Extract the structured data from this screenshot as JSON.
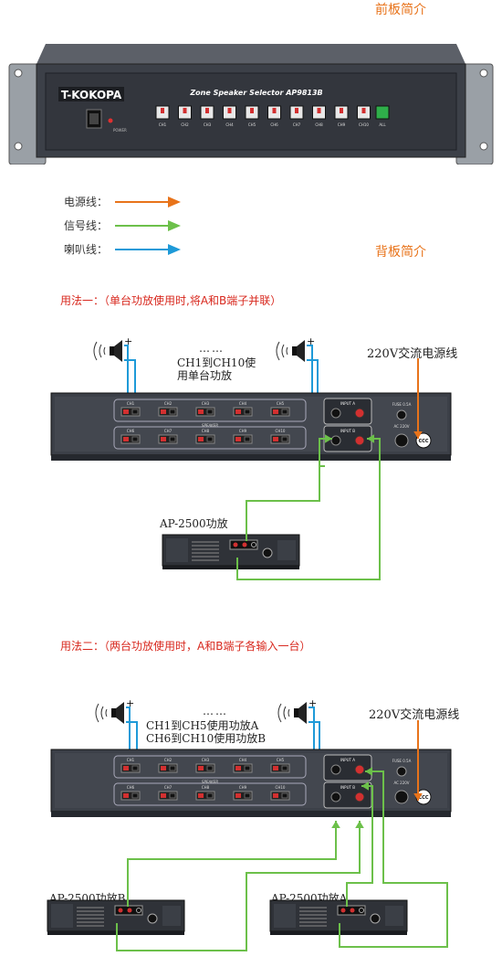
{
  "sections": {
    "front_panel_title": "前板简介",
    "back_panel_title": "背板简介"
  },
  "front_panel": {
    "brand": "T-KOKOPA",
    "model": "Zone Speaker Selector AP9813B",
    "channels": [
      "CH1",
      "CH2",
      "CH3",
      "CH4",
      "CH5",
      "CH6",
      "CH7",
      "CH8",
      "CH9",
      "CH10"
    ],
    "all_label": "ALL",
    "power_label": "POWER"
  },
  "legend": {
    "items": [
      {
        "label": "电源线：",
        "color": "#e8731a"
      },
      {
        "label": "信号线：",
        "color": "#6cc04a"
      },
      {
        "label": "喇叭线：",
        "color": "#1e9ad8"
      }
    ]
  },
  "usage1": {
    "title": "用法一：（单台功放使用时,将A和B端子并联）",
    "dots": "……",
    "caption_line1": "CH1到CH10使",
    "caption_line2": "用单台功放",
    "power_cable": "220V交流电源线",
    "amp_label": "AP-2500功放"
  },
  "usage2": {
    "title": "用法二：（两台功放使用时，A和B端子各输入一台）",
    "dots": "……",
    "caption_line1": "CH1到CH5使用功放A",
    "caption_line2": "CH6到CH10使用功放B",
    "power_cable": "220V交流电源线",
    "amp_b_label": "AP-2500功放B",
    "amp_a_label": "AP-2500功放A"
  },
  "rear_panel": {
    "top_channels": [
      "CH1",
      "CH2",
      "CH3",
      "CH4",
      "CH5"
    ],
    "bottom_channels": [
      "CH6",
      "CH7",
      "CH8",
      "CH9",
      "CH10"
    ],
    "speaker_label": "SPEAKER",
    "input_a": "INPUT A",
    "input_b": "INPUT B",
    "fuse": "FUSE 0.5A",
    "ac": "AC 220V",
    "ccc": "CCC"
  },
  "colors": {
    "power": "#e8731a",
    "signal": "#6cc04a",
    "speaker": "#1e9ad8",
    "panel": "#3c4048",
    "panel_dark": "#25282e"
  }
}
